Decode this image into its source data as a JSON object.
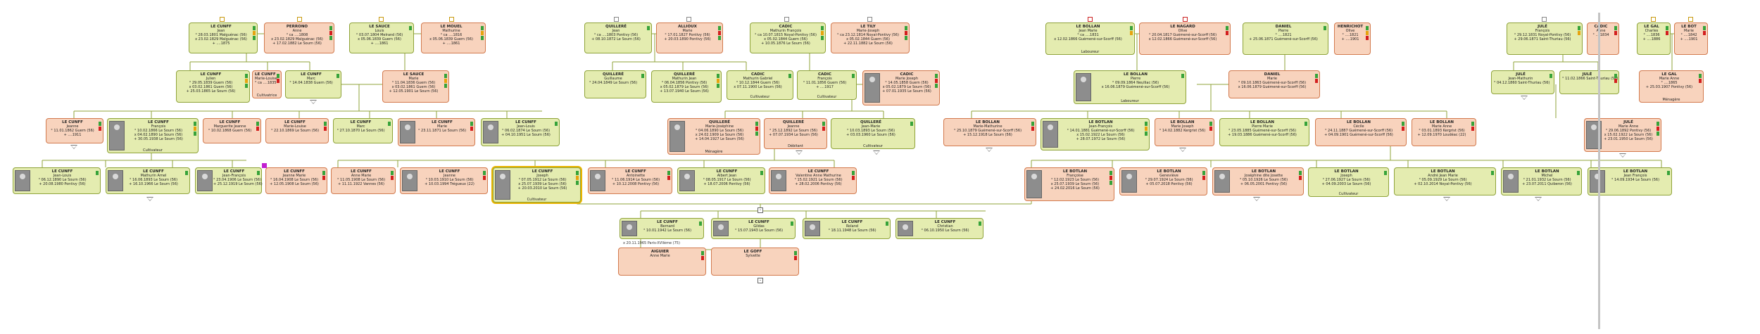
{
  "colors": {
    "male": "#e4ecb0",
    "female": "#f8d3bd",
    "line": "#8fa33a",
    "selected": "#e8b400"
  },
  "labels": {
    "marriage_main": "x 20.11.1965 Paris-XVIIème (75)"
  },
  "people": {
    "p1": {
      "surname": "LE CUNFF",
      "first": "Jean",
      "l1": "° 28.03.1801 Malguénac (56)",
      "l2": "x 23.02.1829 Malguénac (56)",
      "l3": "+ ....1875",
      "role": ""
    },
    "p2": {
      "surname": "PERRONO",
      "first": "Anne",
      "l1": "° ca ....1808",
      "l2": "x 23.02.1829 Malguénac (56)",
      "l3": "+ 17.02.1882 Le Sourn (56)",
      "role": ""
    },
    "p3": {
      "surname": "LE SAUCE",
      "first": "Louis",
      "l1": "° 03.07.1804 Melrand (56)",
      "l2": "x 05.06.1839 Guern (56)",
      "l3": "+ ....1861",
      "role": ""
    },
    "p4": {
      "surname": "LE MOUEL",
      "first": "Mathurine",
      "l1": "° ca ....1816",
      "l2": "x 05.06.1839 Guern (56)",
      "l3": "+ ....1861",
      "role": ""
    },
    "p5": {
      "surname": "QUILLERÉ",
      "first": "Jean",
      "l1": "° ca ....1803 Pontivy (56)",
      "l2": "",
      "l3": "+ 08.10.1872 Le Sourn (56)",
      "role": ""
    },
    "p6": {
      "surname": "ALLIOUX",
      "first": "Marie",
      "l1": "° 17.01.1827 Pontivy (56)",
      "l2": "",
      "l3": "+ 20.03.1890 Pontivy (56)",
      "role": ""
    },
    "p7": {
      "surname": "CADIC",
      "first": "Mathurin François",
      "l1": "° ca 10.07.1815 Noyal-Pontivy (56)",
      "l2": "x 05.02.1844 Guern (56)",
      "l3": "+ 10.05.1876 Le Sourn (56)",
      "role": ""
    },
    "p8": {
      "surname": "LE TILY",
      "first": "Marie-Joseph",
      "l1": "° ca 23.12.1814 Noyal-Pontivy (56)",
      "l2": "x 05.02.1844 Guern (56)",
      "l3": "+ 22.11.1882 Le Sourn (56)",
      "role": ""
    },
    "p9": {
      "surname": "LE BOLLAN",
      "first": "Jean Marie",
      "l1": "° ca ....1831",
      "l2": "x 12.02.1866 Guémené-sur-Scorff (56)",
      "l3": "",
      "role": "Laboureur"
    },
    "p10": {
      "surname": "LE NAGARD",
      "first": "Olive",
      "l1": "° 20.04.1817 Guémené-sur-Scorff (56)",
      "l2": "x 12.02.1866 Guémené-sur-Scorff (56)",
      "l3": "",
      "role": ""
    },
    "p11": {
      "surname": "DANIEL",
      "first": "Pierre",
      "l1": "° ....1821",
      "l2": "",
      "l3": "+ 25.06.1871 Guémené-sur-Scorff (56)",
      "role": ""
    },
    "p12": {
      "surname": "HENRICHOT",
      "first": "Olive",
      "l1": "° ....1821",
      "l2": "+ ....1901",
      "l3": "",
      "role": ""
    },
    "p13": {
      "surname": "JULÉ",
      "first": "François",
      "l1": "° 29.12.1831 Noyal-Pontivy (56)",
      "l2": "",
      "l3": "+ 29.06.1871 Saint-Thuriau (56)",
      "role": ""
    },
    "p14": {
      "surname": "CADIC",
      "first": "Anne",
      "l1": "° ....1834",
      "l2": "",
      "l3": "",
      "role": ""
    },
    "p15": {
      "surname": "LE GAL",
      "first": "Charles",
      "l1": "° ....1836",
      "l2": "+ ....1886",
      "l3": "",
      "role": ""
    },
    "p16": {
      "surname": "LE BOT",
      "first": "Marie",
      "l1": "° ....1842",
      "l2": "+ ....1901",
      "l3": "",
      "role": ""
    },
    "p17": {
      "surname": "LE CUNFF",
      "first": "Julien",
      "l1": "° 29.05.1839 Guern (56)",
      "l2": "x 03.02.1861 Guern (56)",
      "l3": "+ 25.03.1865 Le Sourn (56)",
      "role": ""
    },
    "p18": {
      "surname": "LE CUNFF",
      "first": "Marie-Louise",
      "l1": "° ca ....1835",
      "l2": "",
      "l3": "",
      "role": "Cultivatrice"
    },
    "p19": {
      "surname": "LE CUNFF",
      "first": "Marc",
      "l1": "° 14.04.1838 Guern (56)",
      "l2": "",
      "l3": "",
      "role": ""
    },
    "p20": {
      "surname": "LE SAUCE",
      "first": "Marie",
      "l1": "° 11.04.1836 Guern (56)",
      "l2": "x 03.02.1861 Guern (56)",
      "l3": "+ 12.05.1901 Le Sourn (56)",
      "role": ""
    },
    "p21": {
      "surname": "QUILLERÉ",
      "first": "Guillaume",
      "l1": "° 24.04.1849 Le Sourn (56)",
      "l2": "",
      "l3": "",
      "role": ""
    },
    "p22": {
      "surname": "QUILLERÉ",
      "first": "Mathurin Jean",
      "l1": "° 06.04.1856 Pontivy (56)",
      "l2": "x 05.02.1879 Le Sourn (56)",
      "l3": "+ 13.07.1940 Le Sourn (56)",
      "role": ""
    },
    "p23": {
      "surname": "CADIC",
      "first": "Mathurin Gabriel",
      "l1": "° 10.12.1844 Guern (56)",
      "l2": "x 07.11.1900 Le Sourn (56)",
      "l3": "",
      "role": "Cultivateur"
    },
    "p24": {
      "surname": "CADIC",
      "first": "François",
      "l1": "° 11.01.1856 Guern (56)",
      "l2": "+ ....1917",
      "l3": "",
      "role": "Cultivateur"
    },
    "p25": {
      "surname": "CADIC",
      "first": "Marie Joseph",
      "l1": "° 14.05.1858 Guern (56)",
      "l2": "x 05.02.1879 Le Sourn (56)",
      "l3": "+ 07.01.1935 Le Sourn (56)",
      "role": ""
    },
    "p26": {
      "surname": "LE BOLLAN",
      "first": "Pierre",
      "l1": "° 09.09.1864 Neulliac (56)",
      "l2": "x 16.06.1879 Guémené-sur-Scorff (56)",
      "l3": "",
      "role": "Laboureur"
    },
    "p27": {
      "surname": "DANIEL",
      "first": "Marie",
      "l1": "° 09.10.1863 Guémené-sur-Scorff (56)",
      "l2": "x 16.06.1879 Guémené-sur-Scorff (56)",
      "l3": "",
      "role": ""
    },
    "p28": {
      "surname": "JULÉ",
      "first": "Jean-Mathurin",
      "l1": "° 04.12.1860 Saint-Thuriau (56)",
      "l2": "",
      "l3": "",
      "role": ""
    },
    "p29": {
      "surname": "JULÉ",
      "first": "",
      "l1": "° 11.02.1866 Saint-Thuriau (56)",
      "l2": "",
      "l3": "",
      "role": ""
    },
    "p30": {
      "surname": "LE GAL",
      "first": "Marie Anne",
      "l1": "° ....1865",
      "l2": "+ 25.03.1907 Pontivy (56)",
      "l3": "",
      "role": "Ménagère"
    },
    "p31": {
      "surname": "LE CUNFF",
      "first": "Jeanne",
      "l1": "° 11.01.1862 Guern (56)",
      "l2": "+ ....1911",
      "l3": "",
      "role": ""
    },
    "p32": {
      "surname": "LE CUNFF",
      "first": "François",
      "l1": "° 10.02.1866 Le Sourn (56)",
      "l2": "x 04.02.1890 Le Sourn (56)",
      "l3": "+ 30.05.1938 Le Sourn (56)",
      "role": "Cultivateur"
    },
    "p33": {
      "surname": "LE CUNFF",
      "first": "Marguerite Jeanne",
      "l1": "° 10.02.1868 Guern (56)",
      "l2": "",
      "l3": "",
      "role": ""
    },
    "p34": {
      "surname": "LE CUNFF",
      "first": "Marie-Louise",
      "l1": "° 22.10.1869 Le Sourn (56)",
      "l2": "",
      "l3": "",
      "role": ""
    },
    "p35": {
      "surname": "LE CUNFF",
      "first": "Marc",
      "l1": "° 27.10.1870 Le Sourn (56)",
      "l2": "",
      "l3": "",
      "role": ""
    },
    "p36": {
      "surname": "LE CUNFF",
      "first": "Marie",
      "l1": "° 23.11.1871 Le Sourn (56)",
      "l2": "",
      "l3": "",
      "role": ""
    },
    "p37": {
      "surname": "LE CUNFF",
      "first": "Jean-Louis",
      "l1": "° 06.02.1874 Le Sourn (56)",
      "l2": "+ 04.10.1951 Le Sourn (56)",
      "l3": "",
      "role": ""
    },
    "p38": {
      "surname": "QUILLERÉ",
      "first": "Marie-Joséphine",
      "l1": "° 04.06.1890 Le Sourn (56)",
      "l2": "x 24.02.1909 Le Sourn (56)",
      "l3": "+ 14.04.1927 Le Sourn (56)",
      "role": "Ménagère"
    },
    "p39": {
      "surname": "QUILLERÉ",
      "first": "Jeanne",
      "l1": "° 25.12.1892 Le Sourn (56)",
      "l2": "+ 07.07.1934 Le Sourn (56)",
      "l3": "",
      "role": "Débitant"
    },
    "p40": {
      "surname": "QUILLERÉ",
      "first": "Jean-Marie",
      "l1": "° 10.03.1893 Le Sourn (56)",
      "l2": "+ 03.03.1960 Le Sourn (56)",
      "l3": "",
      "role": "Cultivateur"
    },
    "p41": {
      "surname": "LE BOLLAN",
      "first": "Marie-Mathurine",
      "l1": "° 25.10.1879 Guémené-sur-Scorff (56)",
      "l2": "+ 15.12.1918 Le Sourn (56)",
      "l3": "",
      "role": ""
    },
    "p42": {
      "surname": "LE BOTLAN",
      "first": "Jean-François",
      "l1": "° 14.01.1881 Guémené-sur-Scorff (56)",
      "l2": "x 15.02.1922 Le Sourn (56)",
      "l3": "+ 28.07.1972 Le Sourn (56)",
      "role": ""
    },
    "p43": {
      "surname": "LE BOLLAN",
      "first": "Marie Joseph",
      "l1": "° 14.02.1882 Kergrist (56)",
      "l2": "",
      "l3": "",
      "role": ""
    },
    "p44": {
      "surname": "LE BOLLAN",
      "first": "Pierre Marie",
      "l1": "° 23.05.1885 Guémené-sur-Scorff (56)",
      "l2": "+ 19.03.1886 Guémené-sur-Scorff (56)",
      "l3": "",
      "role": ""
    },
    "p45": {
      "surname": "LE BOLLAN",
      "first": "Cécile",
      "l1": "° 24.11.1887 Guémené-sur-Scorff (56)",
      "l2": "+ 04.09.1901 Guémené-sur-Scorff (56)",
      "l3": "",
      "role": ""
    },
    "p46": {
      "surname": "LE BOLLAN",
      "first": "Marie Anne",
      "l1": "° 03.01.1893 Kergrist (56)",
      "l2": "+ 12.09.1970 Loudéac (22)",
      "l3": "",
      "role": ""
    },
    "p47": {
      "surname": "JULÉ",
      "first": "Marie Anne",
      "l1": "° 29.06.1892 Pontivy (56)",
      "l2": "x 15.02.1922 Le Sourn (56)",
      "l3": "+ 23.01.1950 Le Sourn (56)",
      "role": ""
    },
    "p48": {
      "surname": "LE CUNFF",
      "first": "Jean-Louis",
      "l1": "° 06.12.1890 Le Sourn (56)",
      "l2": "+ 20.08.1980 Pontivy (56)",
      "l3": "",
      "role": ""
    },
    "p49": {
      "surname": "LE CUNFF",
      "first": "Mathurin Amel",
      "l1": "° 16.06.1893 Le Sourn (56)",
      "l2": "+ 16.10.1966 Le Sourn (56)",
      "l3": "",
      "role": ""
    },
    "p50": {
      "surname": "LE CUNFF",
      "first": "Jean-François",
      "l1": "° 23.04.1906 Le Sourn (56)",
      "l2": "+ 25.12.1919 Le Sourn (56)",
      "l3": "",
      "role": ""
    },
    "p51": {
      "surname": "LE CUNFF",
      "first": "Jeanne Marie",
      "l1": "° 16.04.1908 Le Sourn (56)",
      "l2": "+ 12.05.1908 Le Sourn (56)",
      "l3": "",
      "role": ""
    },
    "p52": {
      "surname": "LE CUNFF",
      "first": "Anne Marie",
      "l1": "° 11.05.1908 Le Sourn (56)",
      "l2": "+ 11.11.1922 Vannes (56)",
      "l3": "",
      "role": ""
    },
    "p53": {
      "surname": "LE CUNFF",
      "first": "Jeanne",
      "l1": "° 10.03.1910 Le Sourn (56)",
      "l2": "+ 10.03.1994 Trégueux (22)",
      "l3": "",
      "role": ""
    },
    "p54": {
      "surname": "LE CUNFF",
      "first": "Joseph",
      "l1": "° 07.05.1912 Le Sourn (56)",
      "l2": "x 25.07.1939 Le Sourn (56)",
      "l3": "+ 20.03.2010 Le Sourn (56)",
      "role": "Cultivateur"
    },
    "p55": {
      "surname": "LE CUNFF",
      "first": "Antoinette",
      "l1": "° 11.06.1914 Le Sourn (56)",
      "l2": "+ 10.12.2008 Pontivy (56)",
      "l3": "",
      "role": ""
    },
    "p56": {
      "surname": "LE CUNFF",
      "first": "Albert Jean",
      "l1": "° 08.05.1917 Le Sourn (56)",
      "l2": "+ 18.07.2006 Pontivy (56)",
      "l3": "",
      "role": ""
    },
    "p57": {
      "surname": "LE CUNFF",
      "first": "Valentine Anne Mathurine",
      "l1": "° 15.02.1921 Le Sourn (56)",
      "l2": "+ 28.02.2006 Pontivy (56)",
      "l3": "",
      "role": ""
    },
    "p58": {
      "surname": "LE BOTLAN",
      "first": "Françoise",
      "l1": "° 12.02.1923 Le Sourn (56)",
      "l2": "x 25.07.1939 Le Sourn (56)",
      "l3": "+ 24.02.2016 Le Sourn (56)",
      "role": ""
    },
    "p59": {
      "surname": "LE BOTLAN",
      "first": "Geneviève",
      "l1": "° 29.07.1924 Le Sourn (56)",
      "l2": "+ 05.07.2018 Pontivy (56)",
      "l3": "",
      "role": ""
    },
    "p60": {
      "surname": "LE BOTLAN",
      "first": "Joséphine dite Josette",
      "l1": "° 05.10.1926 Le Sourn (56)",
      "l2": "+ 06.05.2001 Pontivy (56)",
      "l3": "",
      "role": ""
    },
    "p61": {
      "surname": "LE BOTLAN",
      "first": "Joseph",
      "l1": "° 27.06.1927 Le Sourn (56)",
      "l2": "+ 04.09.2003 Le Sourn (56)",
      "l3": "",
      "role": "Cultivateur"
    },
    "p62": {
      "surname": "LE BOTLAN",
      "first": "André Jean Marie",
      "l1": "° 05.09.1929 Le Sourn (56)",
      "l2": "+ 02.10.2014 Noyal-Pontivy (56)",
      "l3": "",
      "role": ""
    },
    "p63": {
      "surname": "LE BOTLAN",
      "first": "Michel",
      "l1": "° 21.01.1932 Le Sourn (56)",
      "l2": "+ 23.07.2011 Quiberon (56)",
      "l3": "",
      "role": ""
    },
    "p64": {
      "surname": "LE BOTLAN",
      "first": "Jean François",
      "l1": "° 14.09.1934 Le Sourn (56)",
      "l2": "",
      "l3": "",
      "role": ""
    },
    "p65": {
      "surname": "LE CUNFF",
      "first": "Bernard",
      "l1": "° 10.01.1942 Le Sourn (56)",
      "l2": "",
      "l3": "",
      "role": ""
    },
    "p66": {
      "surname": "LE CUNFF",
      "first": "Gildas",
      "l1": "° 15.07.1943 Le Sourn (56)",
      "l2": "",
      "l3": "",
      "role": ""
    },
    "p67": {
      "surname": "LE CUNFF",
      "first": "Roland",
      "l1": "° 18.11.1948 Le Sourn (56)",
      "l2": "",
      "l3": "",
      "role": ""
    },
    "p68": {
      "surname": "LE CUNFF",
      "first": "Christian",
      "l1": "° 06.10.1950 Le Sourn (56)",
      "l2": "",
      "l3": "",
      "role": ""
    },
    "p69": {
      "surname": "AIGUIER",
      "first": "Anne Marie",
      "l1": "",
      "l2": "",
      "l3": "",
      "role": ""
    },
    "p70": {
      "surname": "LE GOFF",
      "first": "Sylvette",
      "l1": "",
      "l2": "",
      "l3": "",
      "role": ""
    }
  }
}
